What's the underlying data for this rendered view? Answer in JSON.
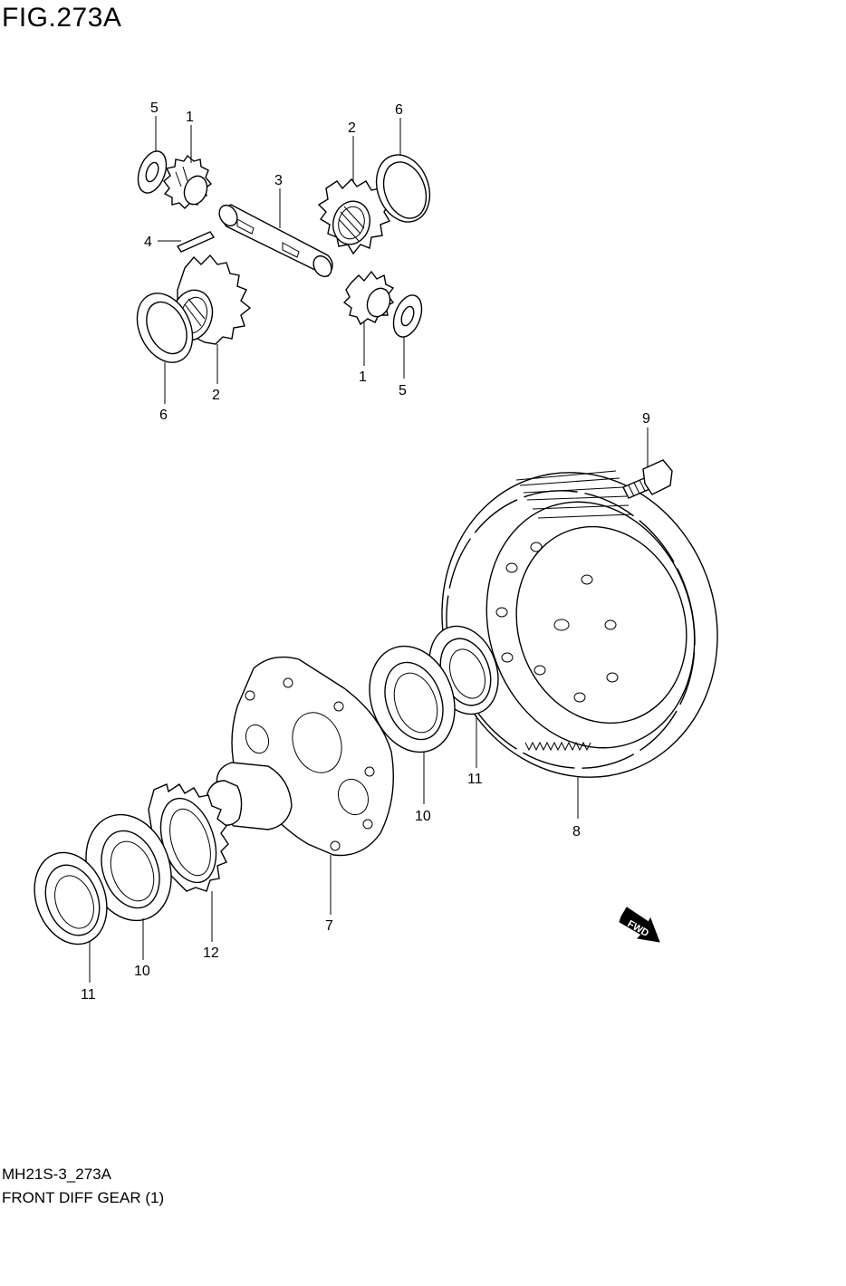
{
  "figure": {
    "title": "FIG.273A",
    "code": "MH21S-3_273A",
    "description": "FRONT DIFF GEAR (1)"
  },
  "fwd_badge": "FWD",
  "parts": [
    {
      "ref": "1"
    },
    {
      "ref": "2"
    },
    {
      "ref": "3"
    },
    {
      "ref": "4"
    },
    {
      "ref": "5"
    },
    {
      "ref": "6"
    },
    {
      "ref": "7"
    },
    {
      "ref": "8"
    },
    {
      "ref": "9"
    },
    {
      "ref": "10"
    },
    {
      "ref": "11"
    },
    {
      "ref": "12"
    }
  ],
  "callouts": [
    {
      "id": "c-5a",
      "ref": "5"
    },
    {
      "id": "c-1a",
      "ref": "1"
    },
    {
      "id": "c-3",
      "ref": "3"
    },
    {
      "id": "c-2a",
      "ref": "2"
    },
    {
      "id": "c-6a",
      "ref": "6"
    },
    {
      "id": "c-4",
      "ref": "4"
    },
    {
      "id": "c-6b",
      "ref": "6"
    },
    {
      "id": "c-2b",
      "ref": "2"
    },
    {
      "id": "c-1b",
      "ref": "1"
    },
    {
      "id": "c-5b",
      "ref": "5"
    },
    {
      "id": "c-9",
      "ref": "9"
    },
    {
      "id": "c-11a",
      "ref": "11"
    },
    {
      "id": "c-10a",
      "ref": "10"
    },
    {
      "id": "c-8",
      "ref": "8"
    },
    {
      "id": "c-7",
      "ref": "7"
    },
    {
      "id": "c-12",
      "ref": "12"
    },
    {
      "id": "c-10b",
      "ref": "10"
    },
    {
      "id": "c-11b",
      "ref": "11"
    }
  ]
}
